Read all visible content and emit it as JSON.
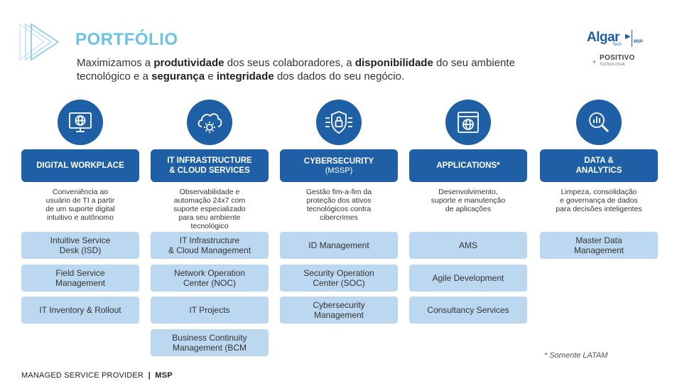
{
  "header": {
    "title": "PORTFÓLIO",
    "subtitle_parts": [
      {
        "text": "Maximizamos a ",
        "bold": false
      },
      {
        "text": "produtividade",
        "bold": true
      },
      {
        "text": "  dos seus colaboradores,  a ",
        "bold": false
      },
      {
        "text": "disponibilidade",
        "bold": true
      },
      {
        "text": " do seu ambiente tecnológico  e a ",
        "bold": false
      },
      {
        "text": "segurança",
        "bold": true
      },
      {
        "text": "  e ",
        "bold": false
      },
      {
        "text": "integridade",
        "bold": true
      },
      {
        "text": "  dos dados do seu negócio.",
        "bold": false
      }
    ]
  },
  "brand": {
    "algar": "Algar",
    "tech": "Tech",
    "msp": "MSP",
    "plus": "+",
    "positivo": "POSITIVO",
    "tecnologia": "TECNOLOGIA"
  },
  "columns": [
    {
      "icon": "monitor-globe-icon",
      "title": "DIGITAL WORKPLACE",
      "subtitle": "",
      "description": "Conveniência ao\nusuário de TI a partir\nde um suporte digital\nintuitivo e autônomo",
      "services": [
        "Intuitive Service\nDesk (ISD)",
        "Field Service\nManagement",
        "IT Inventory & Rollout"
      ]
    },
    {
      "icon": "cloud-gear-icon",
      "title": "IT INFRASTRUCTURE\n& CLOUD SERVICES",
      "subtitle": "",
      "description": "Observabilidade  e\nautomação 24x7 com\nsuporte especializado\npara seu ambiente\ntecnológico",
      "services": [
        "IT Infrastructure\n& Cloud  Management",
        "Network Operation\nCenter (NOC)",
        "IT Projects",
        "Business  Continuity\nManagement (BCM"
      ]
    },
    {
      "icon": "shield-lock-icon",
      "title": "CYBERSECURITY",
      "subtitle": "(MSSP)",
      "description": "Gestão fim-a-fim da\nproteção dos ativos\ntecnológicos contra\ncibercrimes",
      "services": [
        "ID Management",
        "Security Operation\nCenter (SOC)",
        "Cybersecurity\nManagement"
      ]
    },
    {
      "icon": "browser-globe-icon",
      "title": "APPLICATIONS*",
      "subtitle": "",
      "description": "Desenvolvimento,\nsuporte e manutenção\nde aplicações",
      "services": [
        "AMS",
        "Agile Development",
        "Consultancy Services"
      ]
    },
    {
      "icon": "magnifier-chart-icon",
      "title": "DATA &\nANALYTICS",
      "subtitle": "",
      "description": "Limpeza, consolidação\ne governança de dados\npara decisões inteligentes",
      "services": [
        "Master Data\nManagement"
      ]
    }
  ],
  "footnote": "* Somente LATAM",
  "footer": {
    "label": "MANAGED SERVICE PROVIDER",
    "separator": "|",
    "tag": "MSP"
  },
  "colors": {
    "primary": "#1f5fa6",
    "pill": "#bcd8f0",
    "title": "#6cc3e6"
  }
}
